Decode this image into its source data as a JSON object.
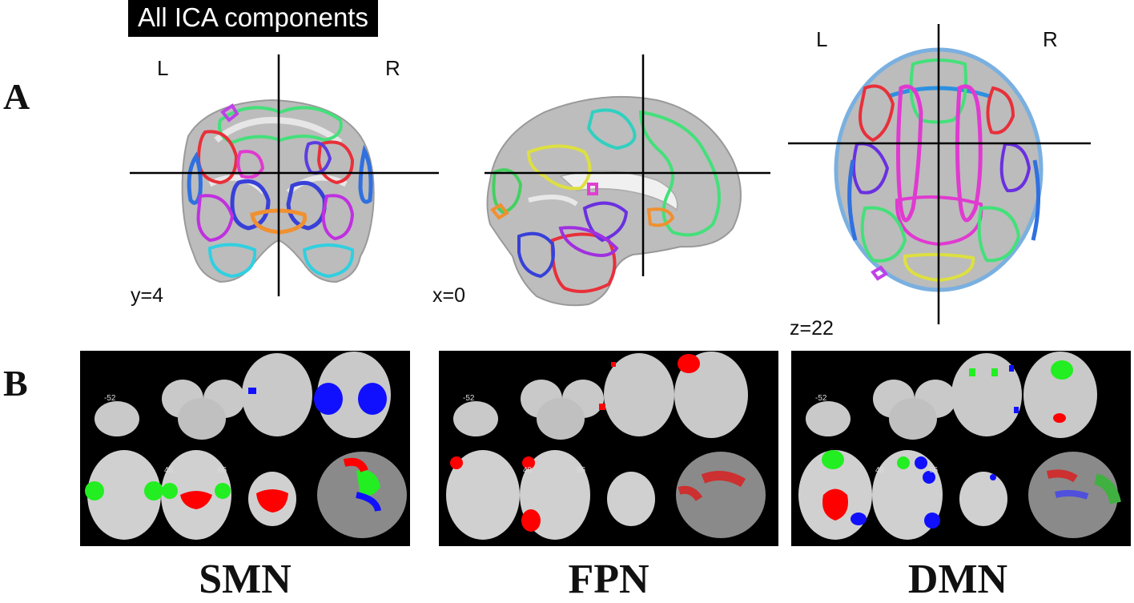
{
  "figure": {
    "panel_a_label": "A",
    "panel_b_label": "B",
    "title": "All ICA components",
    "coronal": {
      "left": "L",
      "right": "R",
      "coord": "y=4"
    },
    "sagittal": {
      "coord": "x=0"
    },
    "axial": {
      "left": "L",
      "right": "R",
      "coord": "z=22"
    },
    "networks": [
      {
        "name": "SMN",
        "slice_labels": [
          "-52",
          "48",
          "66"
        ]
      },
      {
        "name": "FPN",
        "slice_labels": [
          "-52",
          "48",
          "66"
        ]
      },
      {
        "name": "DMN",
        "slice_labels": [
          "-52",
          "48",
          "66"
        ]
      }
    ]
  },
  "colors": {
    "crosshair": "#000000",
    "activation_red": "#ff0000",
    "activation_blue": "#1010ff",
    "activation_green": "#22ee22"
  }
}
